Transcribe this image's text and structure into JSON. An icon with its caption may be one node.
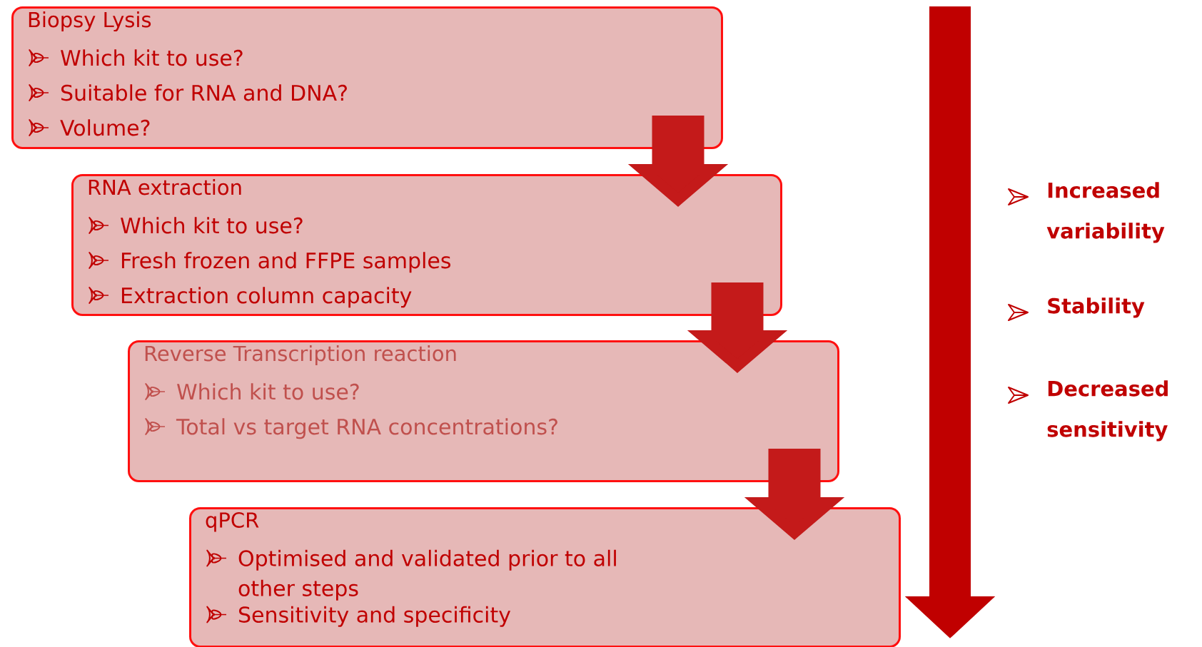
{
  "diagram": {
    "nodes": [
      {
        "text": [
          "Biopsy Lysis",
          "Which kit to use?",
          "Suitable for RNA and DNA?",
          "Volume?"
        ]
      },
      {
        "text": [
          "RNA extraction",
          "Which kit to use?",
          "Fresh frozen and FFPE samples",
          "Extraction column capacity"
        ]
      },
      {
        "text": [
          "Reverse Transcription reaction",
          "Which kit to use?",
          "Total vs target RNA concentrations?"
        ]
      },
      {
        "text": [
          "qPCR",
          "Optimised and validated prior to all other steps",
          "Sensitivity and specificity"
        ]
      }
    ],
    "edges": [
      {
        "from": 0,
        "to": 1,
        "arrow": "to"
      },
      {
        "from": 1,
        "to": 2,
        "arrow": "to"
      },
      {
        "from": 2,
        "to": 3,
        "arrow": "to"
      }
    ],
    "labels": [
      "Increased variability",
      "Stability",
      "Decreased sensitivity"
    ]
  }
}
